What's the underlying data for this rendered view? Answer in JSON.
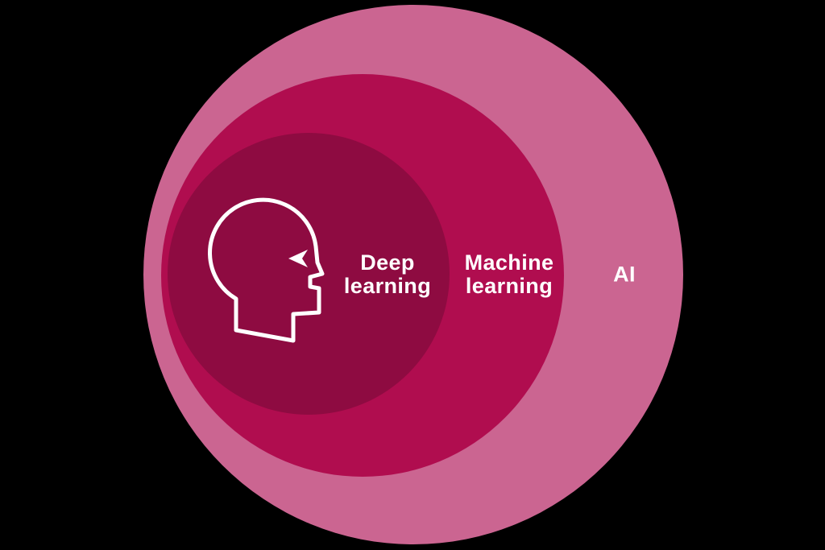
{
  "diagram": {
    "type": "nested-circles",
    "background_color": "#000000",
    "text_color": "#ffffff",
    "icon": {
      "name": "head-profile-icon",
      "color": "#ffffff"
    },
    "sets": [
      {
        "id": "ai",
        "label": "AI",
        "color": "#cb6591",
        "level": 1
      },
      {
        "id": "machine-learning",
        "label": "Machine learning",
        "color": "#b00d4f",
        "level": 2
      },
      {
        "id": "deep-learning",
        "label": "Deep learning",
        "color": "#8e0b41",
        "level": 3
      }
    ]
  }
}
